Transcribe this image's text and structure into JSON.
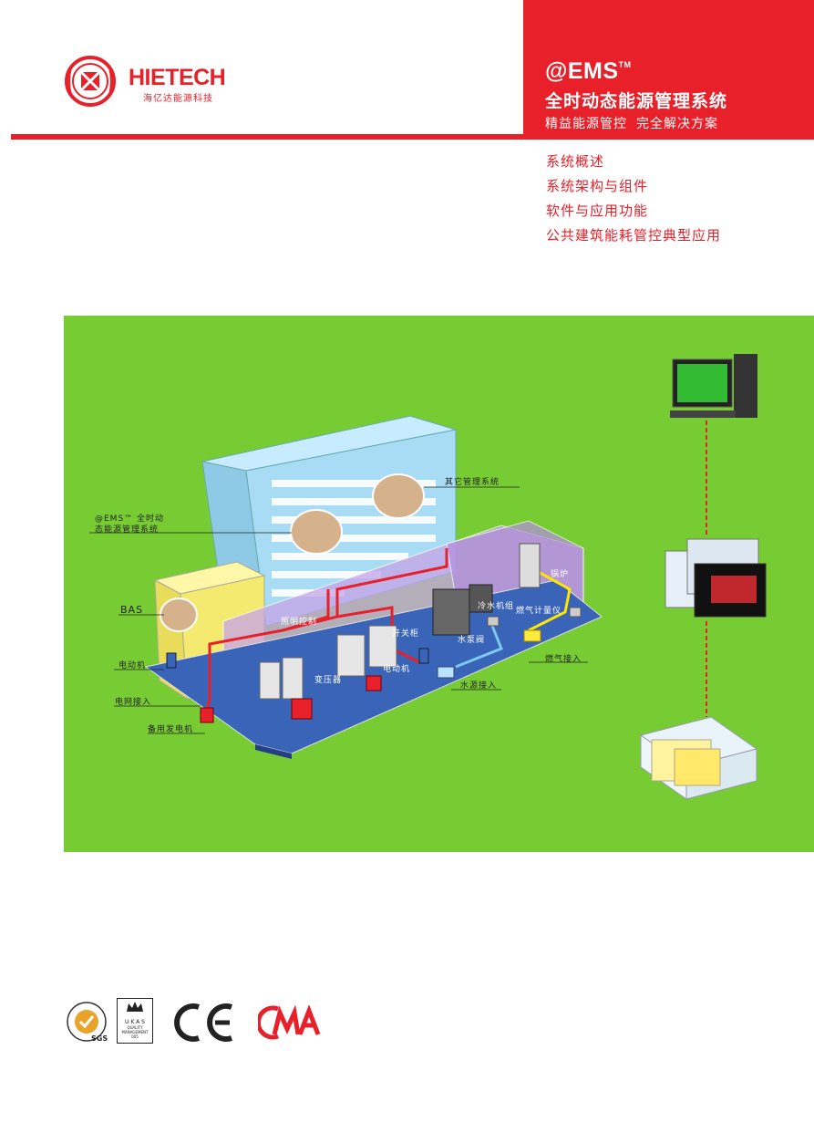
{
  "header": {
    "ems_title": "@EMS",
    "tm": "TM",
    "system_title": "全时动态能源管理系统",
    "subtitle_1": "精益能源管控",
    "subtitle_2": "完全解决方案"
  },
  "logo": {
    "brand": "HIETECH",
    "brand_cn": "海亿达能源科技"
  },
  "toc": [
    "系统概述",
    "系统架构与组件",
    "软件与应用功能",
    "公共建筑能耗管控典型应用"
  ],
  "diagram": {
    "labels": {
      "other_mgmt": "其它管理系统",
      "ems_l1": "@EMS™ 全时动",
      "ems_l2": "态能源管理系统",
      "bas": "BAS",
      "motor_left": "电动机",
      "grid": "电网接入",
      "generator": "备用发电机",
      "lighting": "照明控制",
      "switchgear": "开关柜",
      "transformer": "变压器",
      "motor_mid": "电动机",
      "chiller": "冷水机组",
      "water_pump": "水泵阀",
      "water_supply": "水源接入",
      "boiler": "锅炉",
      "gas_meter": "燃气计量仪",
      "gas_supply": "燃气接入"
    }
  },
  "certs": {
    "sgs_text": "SGS",
    "ukas_l1": "U K A S",
    "ukas_l2": "QUALITY",
    "ukas_l3": "MANAGEMENT",
    "ukas_num": "005",
    "ce": "CE",
    "cma": "CMA"
  },
  "colors": {
    "brand_red": "#e8202a",
    "panel_green": "#77cc33"
  }
}
